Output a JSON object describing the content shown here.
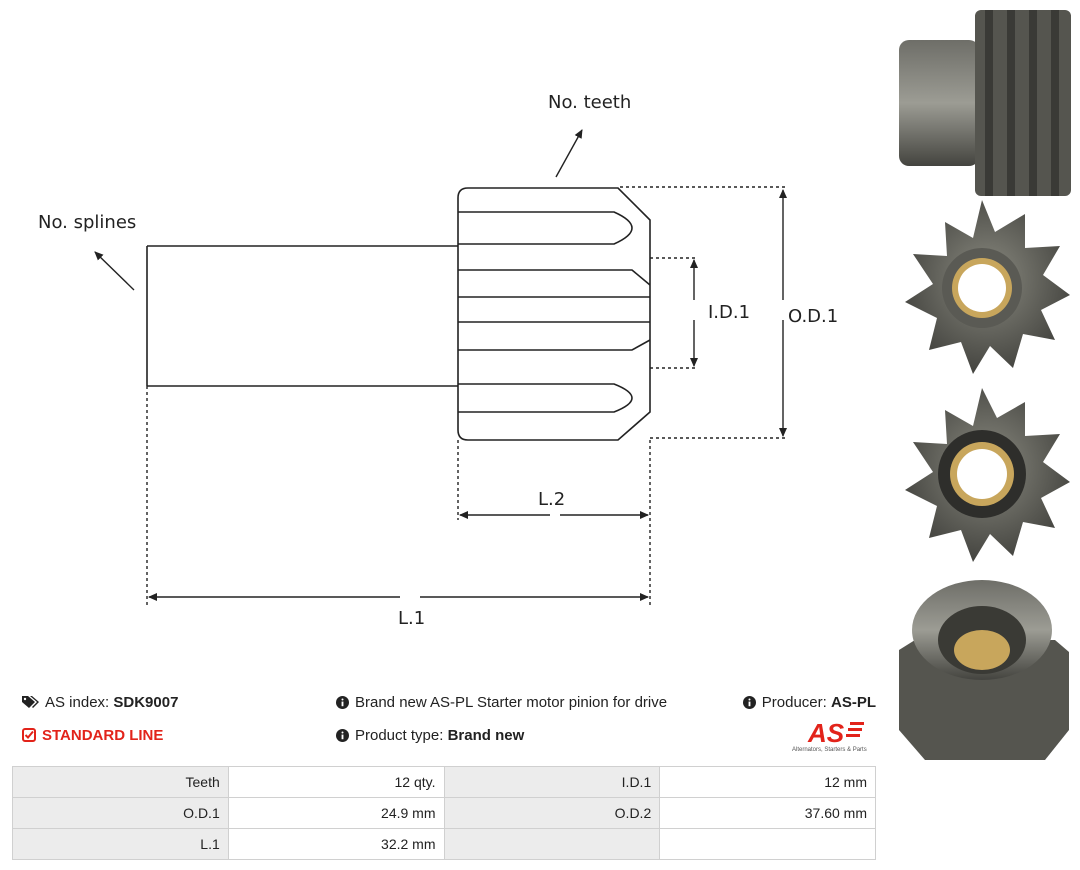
{
  "diagram": {
    "labels": {
      "teeth": "No. teeth",
      "splines": "No. splines",
      "id1": "I.D.1",
      "od1": "O.D.1",
      "l2": "L.2",
      "l1": "L.1"
    }
  },
  "info": {
    "as_index_label": "AS index:",
    "as_index_value": "SDK9007",
    "description": "Brand new AS-PL Starter motor pinion for drive",
    "producer_label": "Producer:",
    "producer_value": "AS-PL",
    "line": "STANDARD LINE",
    "product_type_label": "Product type:",
    "product_type_value": "Brand new",
    "logo_text": "AS",
    "logo_tagline": "Alternators, Starters & Parts"
  },
  "specs": [
    {
      "k1": "Teeth",
      "v1": "12 qty.",
      "k2": "I.D.1",
      "v2": "12 mm"
    },
    {
      "k1": "O.D.1",
      "v1": "24.9 mm",
      "k2": "O.D.2",
      "v2": "37.60 mm"
    },
    {
      "k1": "L.1",
      "v1": "32.2 mm",
      "k2": "",
      "v2": ""
    }
  ],
  "colors": {
    "accent": "#e2231a",
    "table_key_bg": "#ececec",
    "border": "#d0d0d0"
  },
  "icons": [
    "tags-icon",
    "info-icon",
    "checkbox-icon"
  ]
}
